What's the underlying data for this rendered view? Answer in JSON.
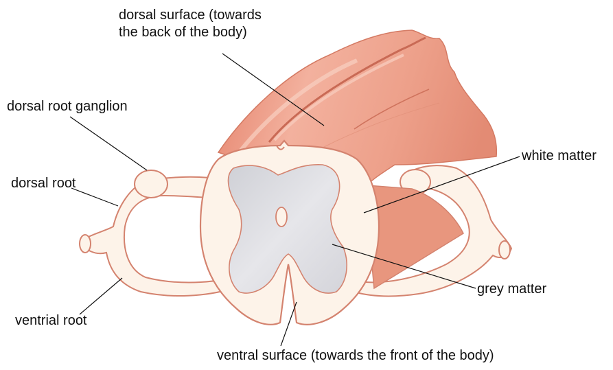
{
  "labels": {
    "dorsal_surface_line1": "dorsal surface (towards",
    "dorsal_surface_line2": "the back of the body)",
    "dorsal_root_ganglion": "dorsal root ganglion",
    "dorsal_root": "dorsal root",
    "white_matter": "white matter",
    "grey_matter": "grey matter",
    "ventrial_root": "ventrial root",
    "ventral_surface": "ventral surface (towards the front of the body)"
  },
  "colors": {
    "cord_surface": "#e8967e",
    "cord_highlight": "#f6c3b2",
    "cord_shadow": "#cc6f59",
    "white_matter": "#fdf3e9",
    "outline": "#d4836f",
    "grey_matter": "#d9d9df",
    "leader_lines": "#111111"
  }
}
